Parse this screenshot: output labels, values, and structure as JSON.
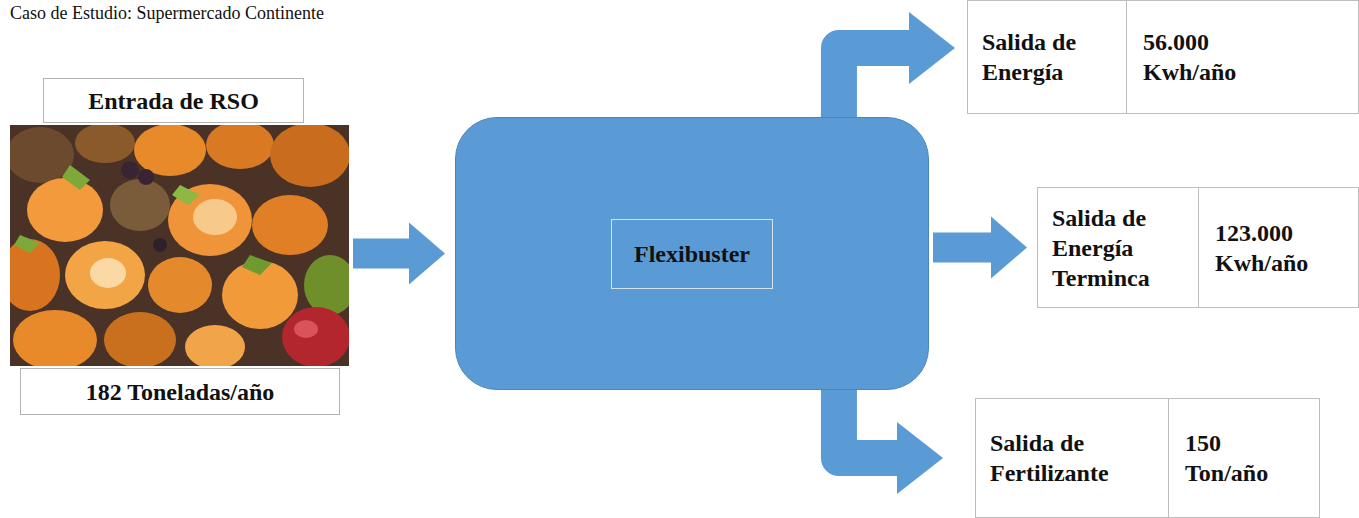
{
  "diagram": {
    "title": "Caso de Estudio: Supermercado Continente",
    "nodes": [
      {
        "text": [
          "Entrada de RSO",
          "182 Toneladas/año"
        ]
      },
      {
        "text": [
          "Flexibuster"
        ]
      },
      {
        "text": [
          "Salida de Energía",
          "56.000 Kwh/año"
        ]
      },
      {
        "text": [
          "Salida de Energía Terminca",
          "123.000 Kwh/año"
        ]
      },
      {
        "text": [
          "Salida de Fertilizante",
          "150 Ton/año"
        ]
      }
    ],
    "edges": [
      {
        "from": 0,
        "to": 1,
        "arrow": "to"
      },
      {
        "from": 1,
        "to": 2,
        "arrow": "to"
      },
      {
        "from": 1,
        "to": 3,
        "arrow": "to"
      },
      {
        "from": 1,
        "to": 4,
        "arrow": "to"
      }
    ]
  }
}
